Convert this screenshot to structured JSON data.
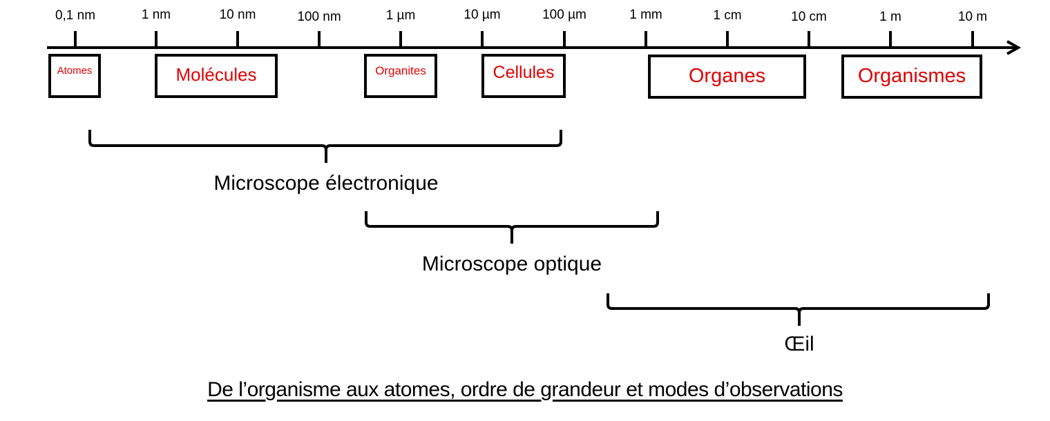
{
  "scale": {
    "ticks": [
      "0,1 nm",
      "1 nm",
      "10 nm",
      "100 nm",
      "1 µm",
      "10 µm",
      "100 µm",
      "1 mm",
      "1 cm",
      "10 cm",
      "1 m",
      "10 m"
    ]
  },
  "categories": [
    {
      "label": "Atomes"
    },
    {
      "label": "Molécules"
    },
    {
      "label": "Organites"
    },
    {
      "label": "Cellules"
    },
    {
      "label": "Organes"
    },
    {
      "label": "Organismes"
    }
  ],
  "observation_modes": [
    {
      "label": "Microscope électronique"
    },
    {
      "label": "Microscope optique"
    },
    {
      "label": "Œil"
    }
  ],
  "caption": "De l’organisme aux atomes, ordre de grandeur et modes d’observations",
  "colors": {
    "category_text": "#e00000",
    "line": "#000000"
  }
}
